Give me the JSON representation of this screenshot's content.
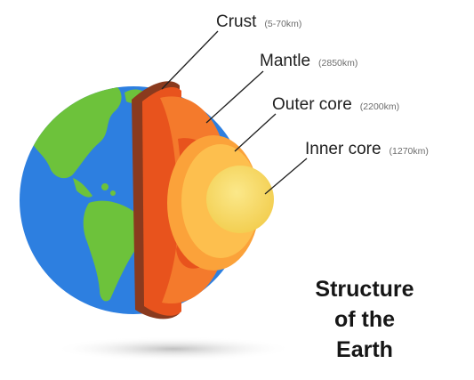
{
  "layers": [
    {
      "name": "Crust",
      "value": "(5-70km)"
    },
    {
      "name": "Mantle",
      "value": "(2850km)"
    },
    {
      "name": "Outer core",
      "value": "(2200km)"
    },
    {
      "name": "Inner core",
      "value": "(1270km)"
    }
  ],
  "title": {
    "line1": "Structure",
    "line2": "of the",
    "line3": "Earth"
  },
  "colors": {
    "ocean": "#2d7fe0",
    "land": "#6dc23b",
    "crust": "#8a3a1e",
    "mantle_dark": "#e8531d",
    "mantle": "#f47a2c",
    "outer_core": "#fba23a",
    "outer_core_light": "#fdbf4e",
    "inner_core": "#f8dc6a",
    "shadow": "#c9c9c9"
  }
}
